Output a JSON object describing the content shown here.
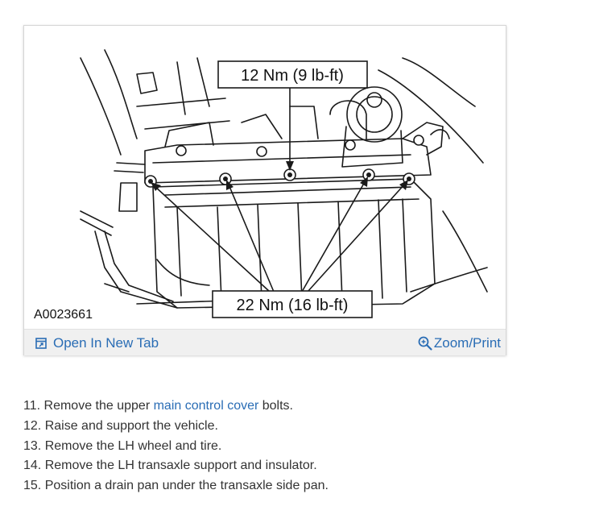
{
  "figure": {
    "callout_top": "12 Nm (9 lb-ft)",
    "callout_bottom": "22 Nm (16 lb-ft)",
    "figure_code": "A0023661",
    "open_tab_label": "Open In New Tab",
    "zoom_print_label": "Zoom/Print"
  },
  "steps": [
    {
      "number": "11.",
      "before": "Remove the upper ",
      "link": "main control cover",
      "after": " bolts."
    },
    {
      "number": "12.",
      "text": "Raise and support the vehicle."
    },
    {
      "number": "13.",
      "text": "Remove the LH wheel and tire."
    },
    {
      "number": "14.",
      "text": "Remove the LH transaxle support and insulator."
    },
    {
      "number": "15.",
      "text": "Position a drain pan under the transaxle side pan."
    }
  ],
  "colors": {
    "link": "#2a6db5",
    "body_text": "#333333",
    "toolbar_bg": "#f0f0f0"
  },
  "icons": {
    "open_tab": "open-new-tab-icon",
    "zoom": "magnifier-plus-icon"
  }
}
